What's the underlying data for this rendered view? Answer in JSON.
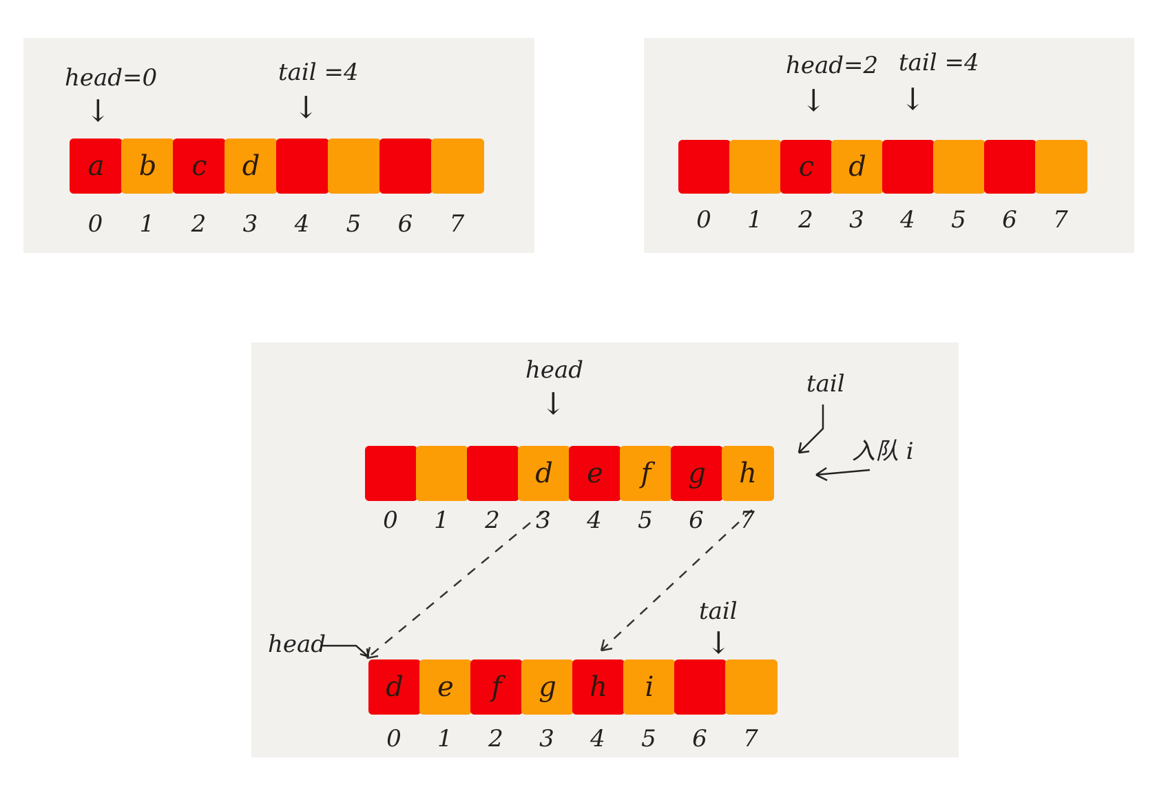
{
  "panel1": {
    "head_label": "head=0",
    "tail_label": "tail =4",
    "cells": [
      "a",
      "b",
      "c",
      "d",
      "",
      "",
      "",
      ""
    ],
    "indices": [
      "0",
      "1",
      "2",
      "3",
      "4",
      "5",
      "6",
      "7"
    ],
    "head_index": 0,
    "tail_index": 4
  },
  "panel2": {
    "head_label": "head=2",
    "tail_label": "tail =4",
    "cells": [
      "",
      "",
      "c",
      "d",
      "",
      "",
      "",
      ""
    ],
    "indices": [
      "0",
      "1",
      "2",
      "3",
      "4",
      "5",
      "6",
      "7"
    ],
    "head_index": 2,
    "tail_index": 4
  },
  "panel3": {
    "top": {
      "head_label": "head",
      "tail_label": "tail",
      "enqueue_label": "入队 i",
      "cells": [
        "",
        "",
        "",
        "d",
        "e",
        "f",
        "g",
        "h"
      ],
      "indices": [
        "0",
        "1",
        "2",
        "3",
        "4",
        "5",
        "6",
        "7"
      ],
      "head_index": 3
    },
    "bottom": {
      "head_label": "head",
      "tail_label": "tail",
      "cells": [
        "d",
        "e",
        "f",
        "g",
        "h",
        "i",
        "",
        ""
      ],
      "indices": [
        "0",
        "1",
        "2",
        "3",
        "4",
        "5",
        "6",
        "7"
      ],
      "tail_index": 6
    }
  },
  "colors": {
    "red": "#f4000a",
    "orange": "#fd9d06",
    "panel_bg": "#f2f1ed"
  }
}
